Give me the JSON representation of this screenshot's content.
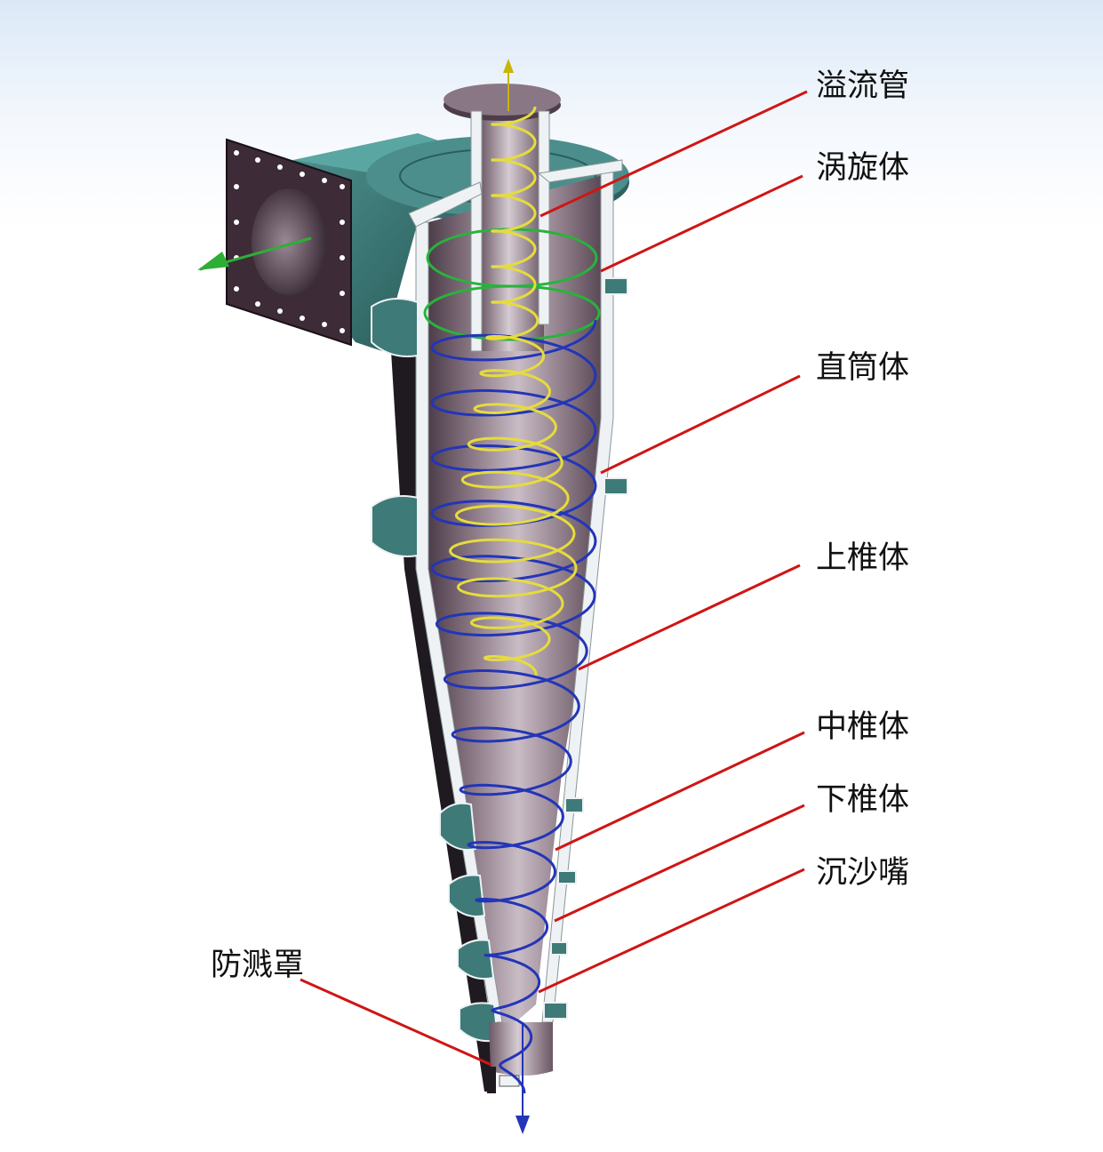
{
  "labels": {
    "overflow_pipe": "溢流管",
    "vortex_body": "涡旋体",
    "straight_cylinder": "直筒体",
    "upper_cone": "上椎体",
    "middle_cone": "中椎体",
    "lower_cone": "下椎体",
    "sand_nozzle": "沉沙嘴",
    "splash_guard": "防溅罩"
  },
  "colors": {
    "leader_line": "#d01515",
    "shell_wall": "#eef2f4",
    "body_shade": "#7d6a76",
    "flange": "#3e7a78",
    "inlet_plate": "#3d2b37",
    "inner_vortex": "#e5dc3c",
    "outer_vortex": "#2335b8",
    "green_ring": "#28b33b"
  }
}
